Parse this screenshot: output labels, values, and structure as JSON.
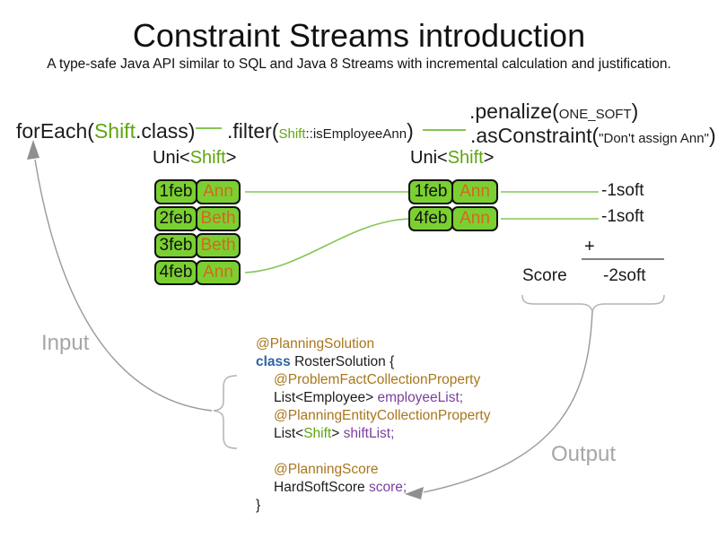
{
  "colors": {
    "green-text": "#5ea60f",
    "green-fill": "#7bd031",
    "green-line": "#84c653",
    "orange-text": "#d2691e",
    "gold-text": "#a9761d",
    "purple-text": "#7b3f9d",
    "blue-keyword": "#2e63a8",
    "ink": "#1a1a1a",
    "gray-label": "#a6a6a6",
    "gray-line": "#999999",
    "gray-brace": "#b3b3b3",
    "score-line": "#808080"
  },
  "header": {
    "title": "Constraint Streams introduction",
    "subtitle": "A type-safe Java API similar to SQL and Java 8 Streams with incremental calculation and justification."
  },
  "pipeline": {
    "foreach": {
      "prefix": "forEach(",
      "arg": "Shift",
      "suffix": ".class)"
    },
    "filter": {
      "prefix": ".filter(",
      "arg_class": "Shift",
      "arg_method": "::isEmployeeAnn",
      "suffix": ")"
    },
    "penalize": {
      "prefix": ".penalize(",
      "arg": "ONE_SOFT",
      "suffix": ")"
    },
    "as_constraint": {
      "prefix": ".asConstraint(",
      "arg": "\"Don't assign Ann\"",
      "suffix": ")"
    }
  },
  "streams": {
    "left": {
      "type_prefix": "Uni<",
      "type_param": "Shift",
      "type_suffix": ">",
      "rows": [
        {
          "date": "1feb",
          "employee": "Ann"
        },
        {
          "date": "2feb",
          "employee": "Beth"
        },
        {
          "date": "3feb",
          "employee": "Beth"
        },
        {
          "date": "4feb",
          "employee": "Ann"
        }
      ]
    },
    "right": {
      "type_prefix": "Uni<",
      "type_param": "Shift",
      "type_suffix": ">",
      "rows": [
        {
          "date": "1feb",
          "employee": "Ann"
        },
        {
          "date": "4feb",
          "employee": "Ann"
        }
      ],
      "penalties": [
        "-1soft",
        "-1soft"
      ]
    }
  },
  "score_panel": {
    "plus": "+",
    "label": "Score",
    "total": "-2soft"
  },
  "flow_labels": {
    "input": "Input",
    "output": "Output"
  },
  "code": {
    "lines": [
      {
        "segments": [
          {
            "text": "@PlanningSolution"
          }
        ]
      },
      {
        "segments": [
          {
            "text": "class"
          },
          {
            "text": " RosterSolution {"
          }
        ]
      },
      {
        "segments": [
          {
            "text": "@ProblemFactCollectionProperty"
          }
        ]
      },
      {
        "segments": [
          {
            "text": "List<Employee> "
          },
          {
            "text": "employeeList;"
          }
        ]
      },
      {
        "segments": [
          {
            "text": "@PlanningEntityCollectionProperty"
          }
        ]
      },
      {
        "segments": [
          {
            "text": "List<"
          },
          {
            "text": "Shift"
          },
          {
            "text": "> "
          },
          {
            "text": "shiftList;"
          }
        ]
      },
      {
        "segments": []
      },
      {
        "segments": [
          {
            "text": "@PlanningScore"
          }
        ]
      },
      {
        "segments": [
          {
            "text": "HardSoftScore "
          },
          {
            "text": "score;"
          }
        ]
      },
      {
        "segments": [
          {
            "text": "}"
          }
        ]
      }
    ]
  }
}
